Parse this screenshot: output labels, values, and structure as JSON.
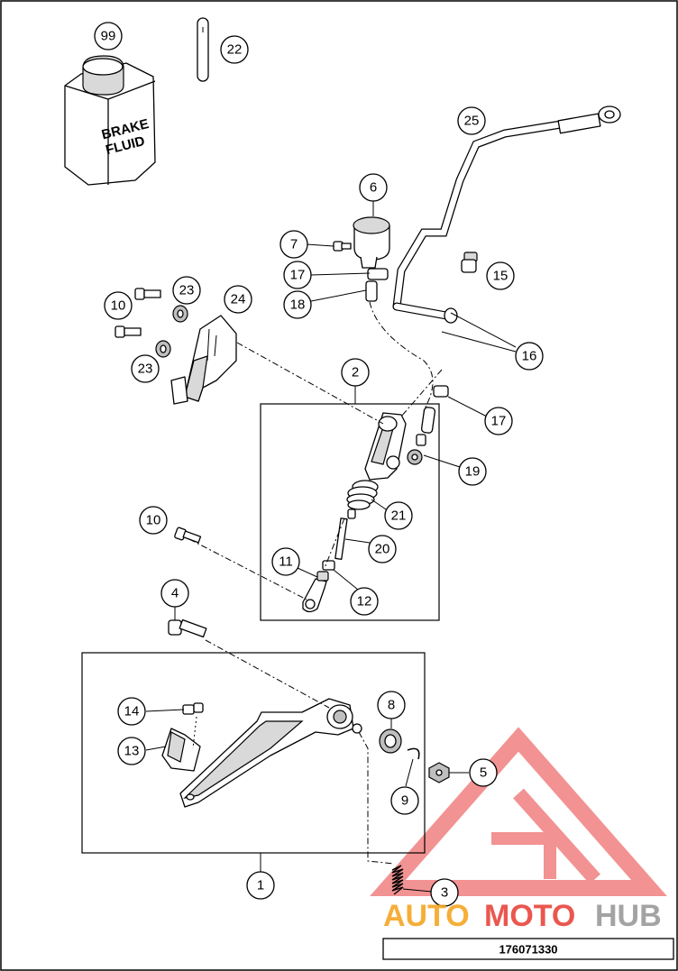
{
  "callouts": {
    "c99": "99",
    "c22": "22",
    "c25": "25",
    "c6": "6",
    "c7": "7",
    "c17a": "17",
    "c18": "18",
    "c15": "15",
    "c10a": "10",
    "c23a": "23",
    "c24": "24",
    "c23b": "23",
    "c16": "16",
    "c2": "2",
    "c17b": "17",
    "c19": "19",
    "c21": "21",
    "c10b": "10",
    "c20": "20",
    "c11": "11",
    "c12": "12",
    "c4": "4",
    "c8": "8",
    "c14": "14",
    "c13": "13",
    "c5": "5",
    "c9": "9",
    "c1": "1",
    "c3": "3"
  },
  "jar_label": {
    "line1": "BRAKE",
    "line2": "FLUID"
  },
  "watermark": {
    "part1": "AUTO",
    "part2": "MOTO",
    "part3": "HUB",
    "color_orange": "#f5a623",
    "color_red": "#e8453c",
    "color_grey": "#9a9a9a"
  },
  "diagram_code": "176071330"
}
